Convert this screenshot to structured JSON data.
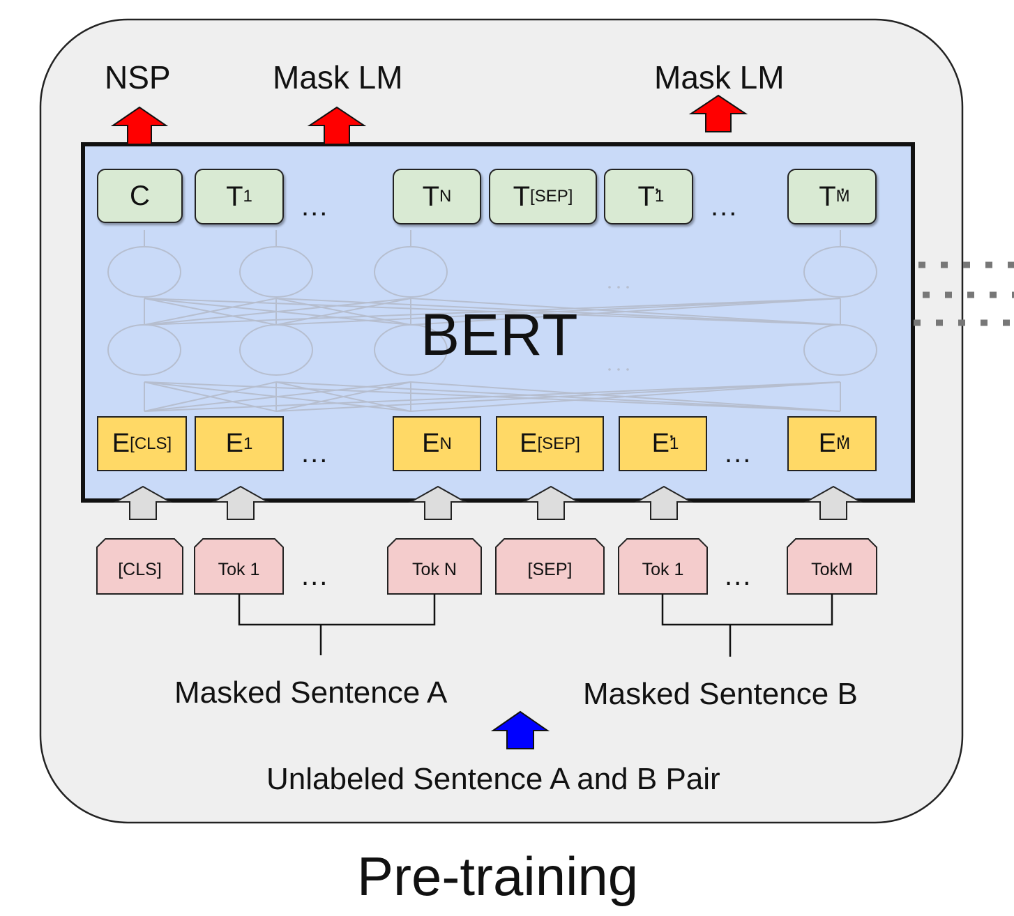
{
  "heads": {
    "nsp": "NSP",
    "mlm1": "Mask LM",
    "mlm2": "Mask LM"
  },
  "model": {
    "name": "BERT"
  },
  "outputs": [
    {
      "base": "C",
      "sub": "",
      "prime": ""
    },
    {
      "base": "T",
      "sub": "1",
      "prime": ""
    },
    {
      "base": "T",
      "sub": "N",
      "prime": ""
    },
    {
      "base": "T",
      "sub": "[SEP]",
      "prime": ""
    },
    {
      "base": "T",
      "sub": "1",
      "prime": "’"
    },
    {
      "base": "T",
      "sub": "M",
      "prime": "’"
    }
  ],
  "embeddings": [
    {
      "base": "E",
      "sub": "[CLS]",
      "prime": ""
    },
    {
      "base": "E",
      "sub": "1",
      "prime": ""
    },
    {
      "base": "E",
      "sub": "N",
      "prime": ""
    },
    {
      "base": "E",
      "sub": "[SEP]",
      "prime": ""
    },
    {
      "base": "E",
      "sub": "1",
      "prime": "’"
    },
    {
      "base": "E",
      "sub": "M",
      "prime": "’"
    }
  ],
  "tokens": [
    "[CLS]",
    "Tok 1",
    "Tok N",
    "[SEP]",
    "Tok 1",
    "TokM"
  ],
  "ellipsis": "...",
  "sentence_a": "Masked Sentence A",
  "sentence_b": "Masked Sentence B",
  "input_label": "Unlabeled Sentence A and B Pair",
  "panel_title": "Pre-training",
  "colors": {
    "panel_bg": "#efefef",
    "bert_bg": "#c9daf8",
    "output_box": "#d9ead3",
    "embedding_box": "#ffd966",
    "token_box": "#f4cccc",
    "head_arrow": "#ff0000",
    "input_arrow": "#0000ff",
    "token_arrow": "#dddddd"
  }
}
